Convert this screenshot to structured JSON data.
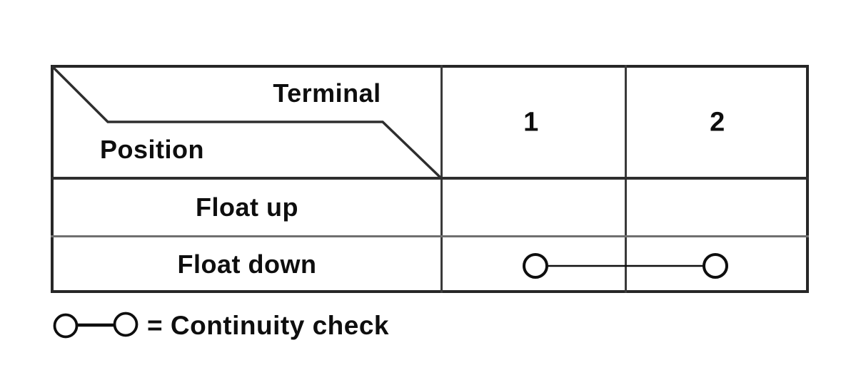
{
  "figure": {
    "type": "continuity-check-table",
    "table": {
      "header": {
        "terminal_label": "Terminal",
        "position_label": "Position",
        "columns": [
          "1",
          "2"
        ]
      },
      "rows": [
        {
          "label": "Float up",
          "continuity": "none"
        },
        {
          "label": "Float down",
          "continuity": "terminals 1-2",
          "symbol": "circle-line-circle"
        }
      ]
    },
    "legend": {
      "symbol": "circle-line-circle",
      "text": "= Continuity check"
    },
    "colors": {
      "background": "#ffffff",
      "outer_border": "#272727",
      "grid_line": "#3a3a3a",
      "light_grid_line": "#6f6f6f",
      "text": "#0e0e0e"
    }
  }
}
